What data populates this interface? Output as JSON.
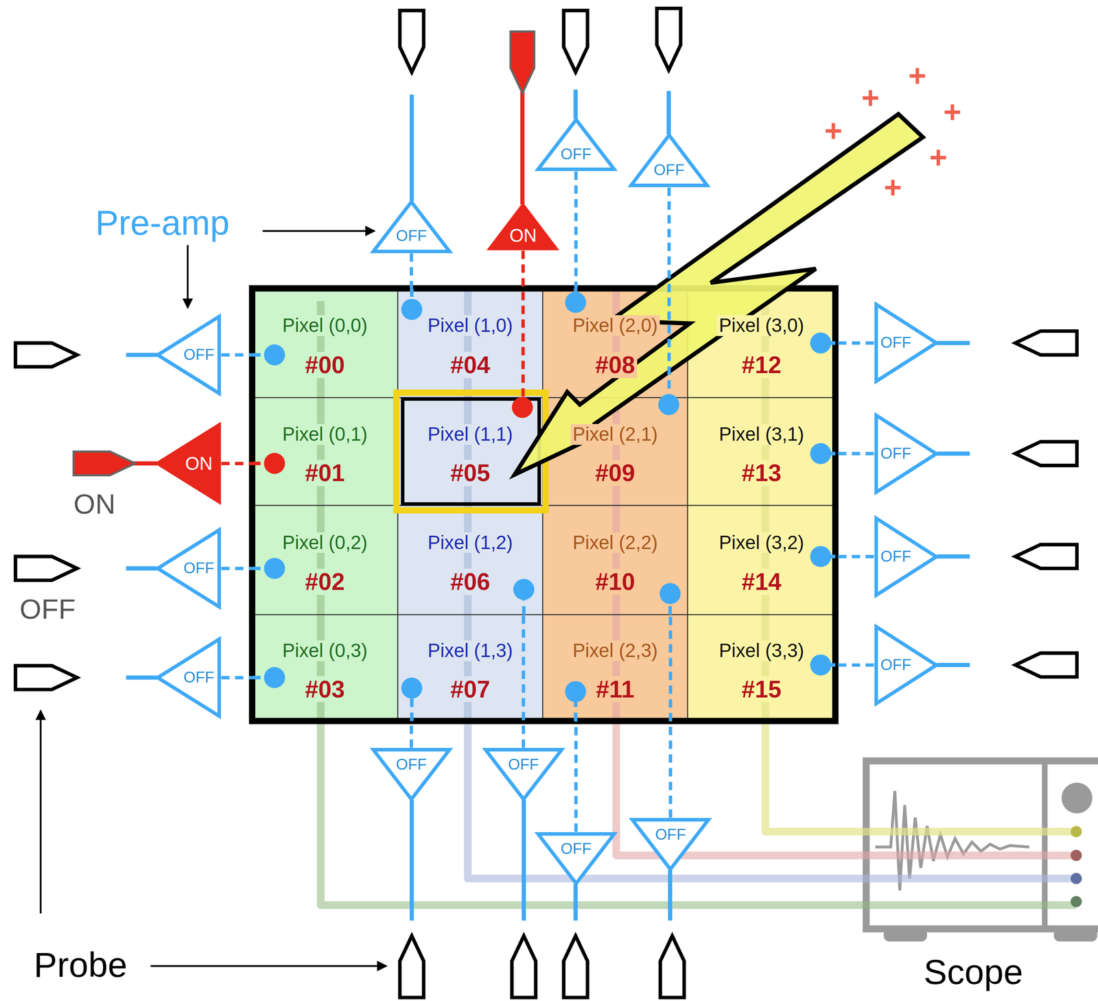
{
  "diagram": {
    "nodes": [
      {
        "text": [
          "OFF"
        ]
      },
      {
        "text": [
          "ON"
        ]
      },
      {
        "text": [
          "OFF"
        ]
      },
      {
        "text": [
          "OFF"
        ]
      },
      {
        "text": [
          "Pixel (0,0)",
          "#00"
        ]
      },
      {
        "text": [
          "Pixel (1,0)",
          "#04"
        ]
      },
      {
        "text": [
          "Pixel (2,0)",
          "#08"
        ]
      },
      {
        "text": [
          "Pixel (3,0)",
          "#12"
        ]
      },
      {
        "text": [
          "Pixel (0,1)",
          "#01"
        ]
      },
      {
        "text": [
          "Pixel (1,1)",
          "#05"
        ]
      },
      {
        "text": [
          "Pixel (2,1)",
          "#09"
        ]
      },
      {
        "text": [
          "Pixel (3,1)",
          "#13"
        ]
      },
      {
        "text": [
          "Pixel (0,2)",
          "#02"
        ]
      },
      {
        "text": [
          "Pixel (1,2)",
          "#06"
        ]
      },
      {
        "text": [
          "Pixel (2,2)",
          "#10"
        ]
      },
      {
        "text": [
          "Pixel (3,2)",
          "#14"
        ]
      },
      {
        "text": [
          "Pixel (0,3)",
          "#03"
        ]
      },
      {
        "text": [
          "Pixel (1,3)",
          "#07"
        ]
      },
      {
        "text": [
          "Pixel (2,3)",
          "#11"
        ]
      },
      {
        "text": [
          "Pixel (3,3)",
          "#15"
        ]
      },
      {
        "text": [
          "OFF"
        ]
      },
      {
        "text": [
          "ON"
        ]
      },
      {
        "text": [
          "OFF"
        ]
      },
      {
        "text": [
          "OFF"
        ]
      },
      {
        "text": [
          "OFF"
        ]
      },
      {
        "text": [
          "OFF"
        ]
      },
      {
        "text": [
          "OFF"
        ]
      },
      {
        "text": [
          "OFF"
        ]
      },
      {
        "text": [
          "OFF"
        ]
      },
      {
        "text": [
          "OFF"
        ]
      },
      {
        "text": [
          "OFF"
        ]
      },
      {
        "text": [
          "OFF"
        ]
      }
    ],
    "edges": [
      {
        "from": 0,
        "to": 5,
        "arrow": "none"
      },
      {
        "from": 1,
        "to": 9,
        "arrow": "none"
      },
      {
        "from": 2,
        "to": 6,
        "arrow": "none"
      },
      {
        "from": 3,
        "to": 10,
        "arrow": "none"
      },
      {
        "from": 20,
        "to": 4,
        "arrow": "none"
      },
      {
        "from": 21,
        "to": 8,
        "arrow": "none"
      },
      {
        "from": 22,
        "to": 12,
        "arrow": "none"
      },
      {
        "from": 23,
        "to": 16,
        "arrow": "none"
      },
      {
        "from": 24,
        "to": 7,
        "arrow": "none"
      },
      {
        "from": 25,
        "to": 11,
        "arrow": "none"
      },
      {
        "from": 26,
        "to": 15,
        "arrow": "none"
      },
      {
        "from": 27,
        "to": 19,
        "arrow": "none"
      },
      {
        "from": 28,
        "to": 17,
        "arrow": "none"
      },
      {
        "from": 29,
        "to": 13,
        "arrow": "none"
      },
      {
        "from": 30,
        "to": 18,
        "arrow": "none"
      },
      {
        "from": 31,
        "to": 14,
        "arrow": "none"
      }
    ],
    "labels": [
      "Pre-amp",
      "ON",
      "OFF",
      "Probe",
      "Scope",
      "+",
      "+",
      "+",
      "+",
      "+",
      "+"
    ]
  }
}
